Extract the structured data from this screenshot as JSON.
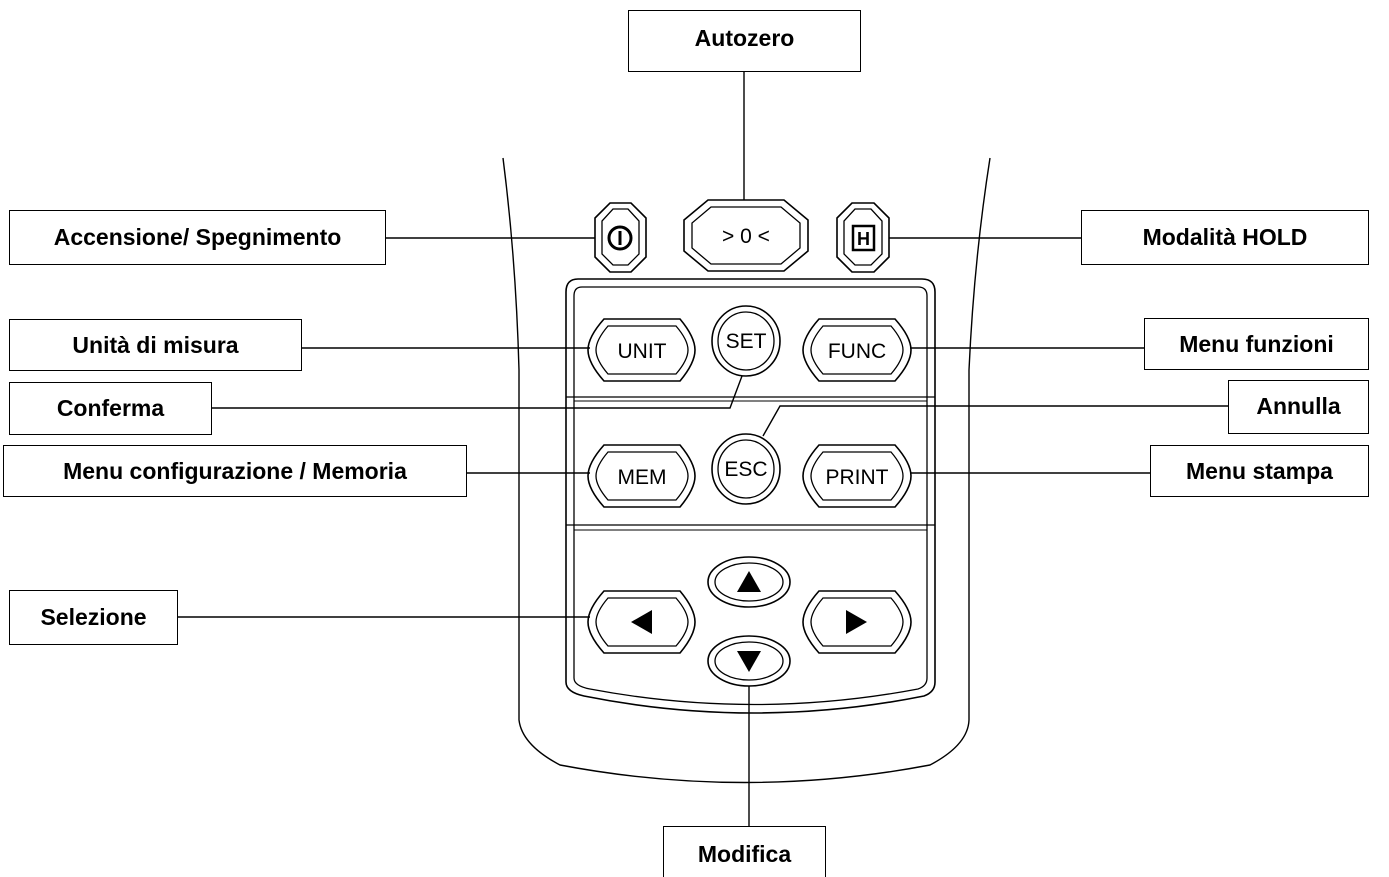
{
  "labels": {
    "autozero": "Autozero",
    "power": "Accensione/ Spegnimento",
    "hold": "Modalità HOLD",
    "unit": "Unità di misura",
    "func_menu": "Menu funzioni",
    "confirm": "Conferma",
    "cancel": "Annulla",
    "config_memory": "Menu configurazione / Memoria",
    "print_menu": "Menu stampa",
    "selection": "Selezione",
    "modify": "Modifica"
  },
  "keys": {
    "zero": "> 0 <",
    "hold": "H",
    "unit": "UNIT",
    "set": "SET",
    "func": "FUNC",
    "mem": "MEM",
    "esc": "ESC",
    "print": "PRINT"
  }
}
